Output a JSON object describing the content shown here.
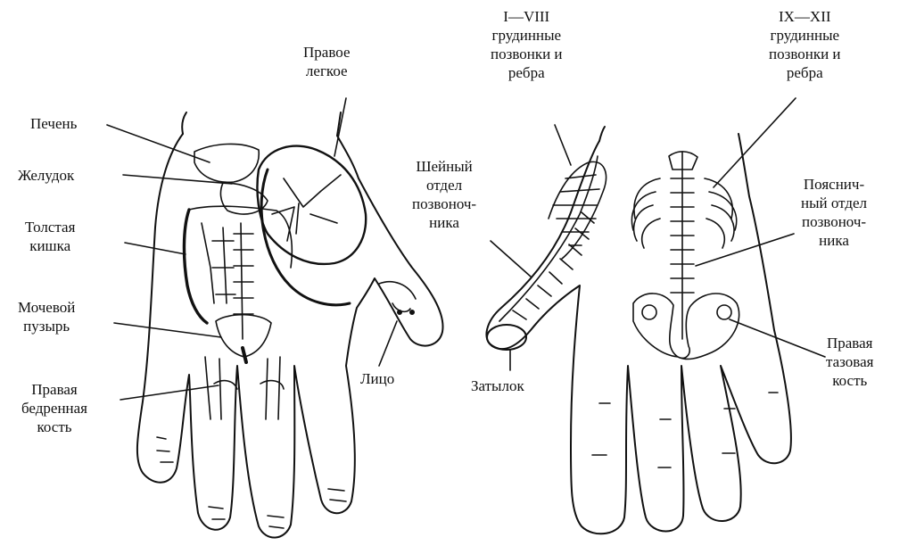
{
  "left_hand": {
    "labels": {
      "right_lung": [
        "Правое",
        "легкое"
      ],
      "liver": [
        "Печень"
      ],
      "stomach": [
        "Желудок"
      ],
      "colon": [
        "Толстая",
        "кишка"
      ],
      "bladder": [
        "Мочевой",
        "пузырь"
      ],
      "right_femur": [
        "Правая",
        "бедренная",
        "кость"
      ],
      "face": [
        "Лицо"
      ]
    }
  },
  "right_hand": {
    "labels": {
      "thoracic_1_8": [
        "I—VIII",
        "грудинные",
        "позвонки и",
        "ребра"
      ],
      "thoracic_9_12": [
        "IX—XII",
        "грудинные",
        "позвонки и",
        "ребра"
      ],
      "cervical_spine": [
        "Шейный",
        "отдел",
        "позвоноч-",
        "ника"
      ],
      "lumbar_spine": [
        "Пояснич-",
        "ный отдел",
        "позвоноч-",
        "ника"
      ],
      "occiput": [
        "Затылок"
      ],
      "right_pelvic_bone": [
        "Правая",
        "тазовая",
        "кость"
      ]
    }
  },
  "colors": {
    "ink": "#111111",
    "background": "#ffffff"
  }
}
